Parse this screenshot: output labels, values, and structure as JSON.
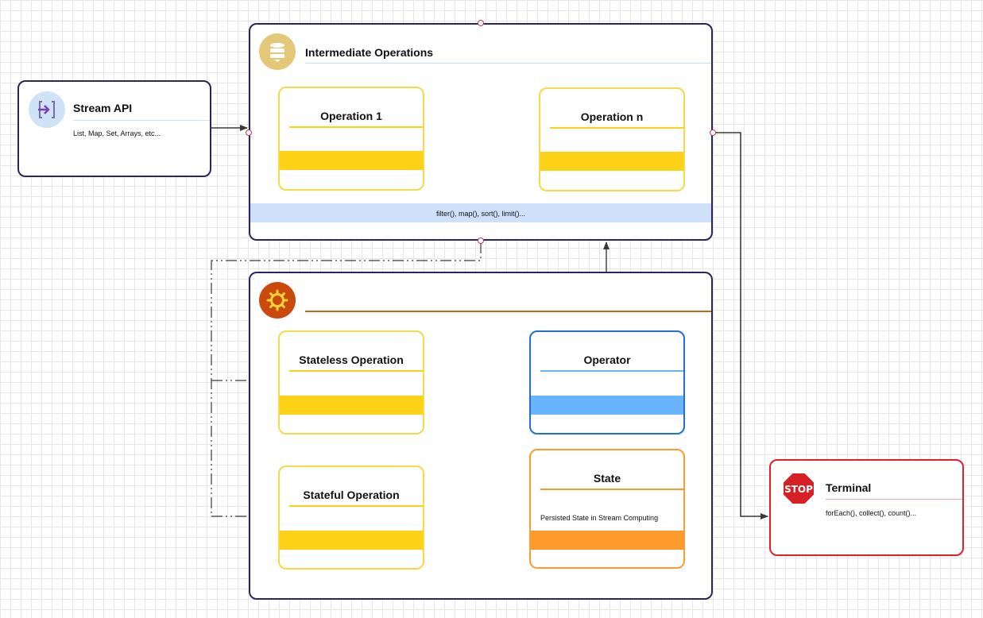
{
  "stream_api": {
    "title": "Stream API",
    "description": "List, Map, Set, Arrays, etc...",
    "icon": "import-icon"
  },
  "intermediate": {
    "title": "Intermediate Operations",
    "icon": "database-icon",
    "footer": "filter(), map(), sort(), limit()...",
    "operation_1": "Operation 1",
    "operation_n": "Operation n"
  },
  "processing": {
    "title": "",
    "icon": "gear-icon",
    "stateless": "Stateless Operation",
    "stateful": "Stateful Operation",
    "operator": "Operator",
    "state": {
      "title": "State",
      "description": "Persisted State in Stream Computing"
    }
  },
  "terminal": {
    "title": "Terminal",
    "description": "forEach(), collect(), count()...",
    "icon": "stop-sign-icon",
    "icon_text": "STOP"
  },
  "colors": {
    "container_border": "#2b2460",
    "yellow": "#fcd116",
    "blue": "#6ab4ff",
    "orange": "#ff9a2e",
    "red": "#e01f2e",
    "gear_circle": "#c94a0c",
    "db_circle": "#e3c977"
  }
}
